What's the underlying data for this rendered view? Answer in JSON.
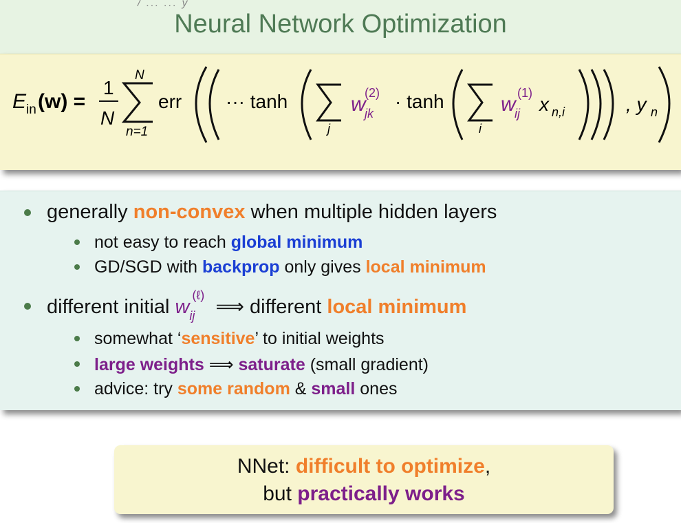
{
  "slide": {
    "header_fragment": "/ ... ... y",
    "title": "Neural Network Optimization"
  },
  "formula": {
    "lhs_E": "E",
    "lhs_sub": "in",
    "lhs_paren": "(w) =",
    "frac_num": "1",
    "frac_den": "N",
    "sum_top": "N",
    "sum_bottom": "n=1",
    "err": "err",
    "dots_tanh": "··· tanh",
    "sum_j": "j",
    "w_jk": "w",
    "w_jk_sub": "jk",
    "w_jk_sup": "(2)",
    "dot_tanh": "· tanh",
    "sum_i": "i",
    "w_ij": "w",
    "w_ij_sub": "ij",
    "w_ij_sup": "(1)",
    "x": "x",
    "x_sub": "n,i",
    "y_prefix": ", y",
    "y_sub": "n"
  },
  "bullets": {
    "b1": {
      "pre": "generally ",
      "hl": "non-convex",
      "post": " when multiple hidden layers"
    },
    "b1a": {
      "pre": "not easy to reach ",
      "hl": "global minimum"
    },
    "b1b": {
      "pre": "GD/SGD with ",
      "hl1": "backprop",
      "mid": " only gives ",
      "hl2": "local minimum"
    },
    "b2": {
      "pre": "different initial ",
      "w": "w",
      "w_sub": "ij",
      "w_sup": "(ℓ)",
      "arrow": "⟹",
      "mid": " different ",
      "hl": "local minimum"
    },
    "b2a": {
      "pre": "somewhat ‘",
      "hl": "sensitive",
      "post": "’ to initial weights"
    },
    "b2b": {
      "hl1": "large weights",
      "arrow": " ⟹ ",
      "hl2": "saturate",
      "post": " (small gradient)"
    },
    "b2c": {
      "pre": "advice: try ",
      "hl1": "some random",
      "mid": " & ",
      "hl2": "small",
      "post": " ones"
    }
  },
  "summary": {
    "line1_pre": "NNet: ",
    "line1_hl": "difficult to optimize",
    "line1_post": ",",
    "line2_pre": "but ",
    "line2_hl": "practically works"
  },
  "colors": {
    "title": "#4f7a55",
    "orange": "#f07f2b",
    "blue": "#1b3fd4",
    "purple": "#7d1f8a",
    "formula_bg": "#f8f5cf",
    "bullet_bg": "#e6f3ef"
  }
}
